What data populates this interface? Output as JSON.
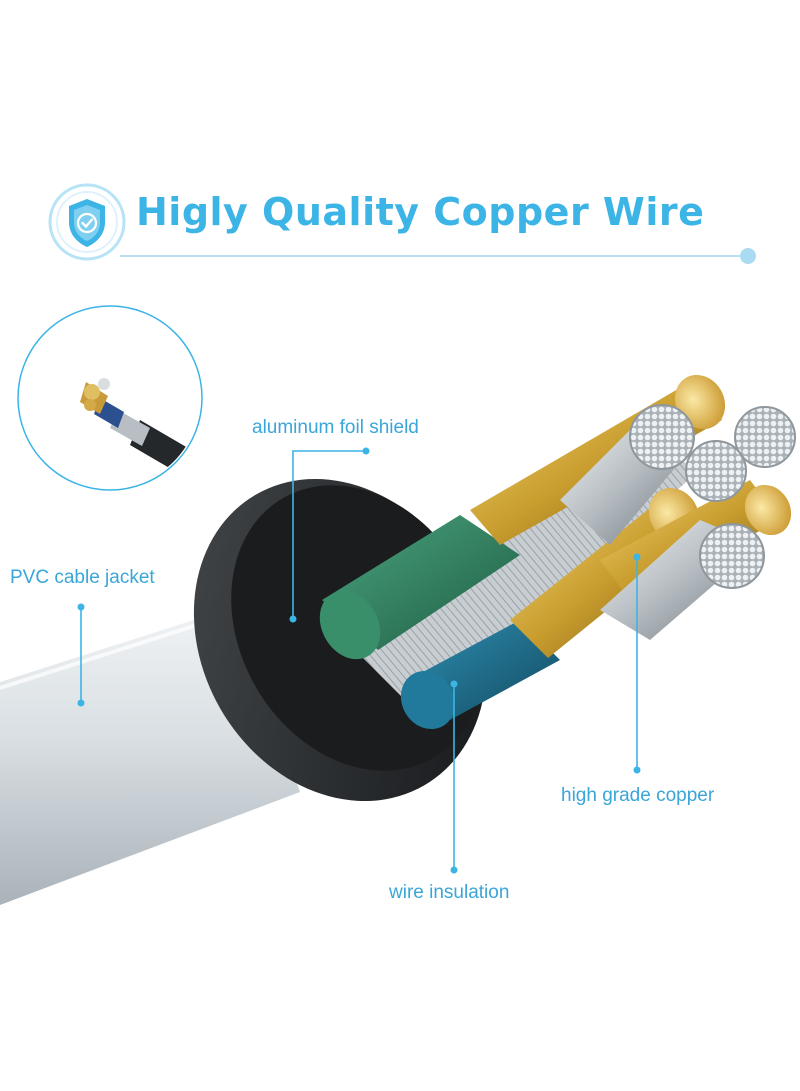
{
  "title": "Higly Quality Copper Wire",
  "labels": {
    "aluminum_foil_shield": "aluminum foil shield",
    "pvc_cable_jacket": "PVC cable jacket",
    "high_grade_copper": "high grade copper",
    "wire_insulation": "wire insulation"
  },
  "colors": {
    "accent": "#3cb4e6",
    "accent_light": "#b6e3f6",
    "label_text": "#3aa6d8",
    "jacket": "#d7dde2",
    "inner_jacket": "#2a2e31",
    "gold": "#c9a23c",
    "green_insulation": "#2f7d5c",
    "blue_insulation": "#1d6a86"
  },
  "icons": {
    "badge": "shield-check-icon"
  }
}
